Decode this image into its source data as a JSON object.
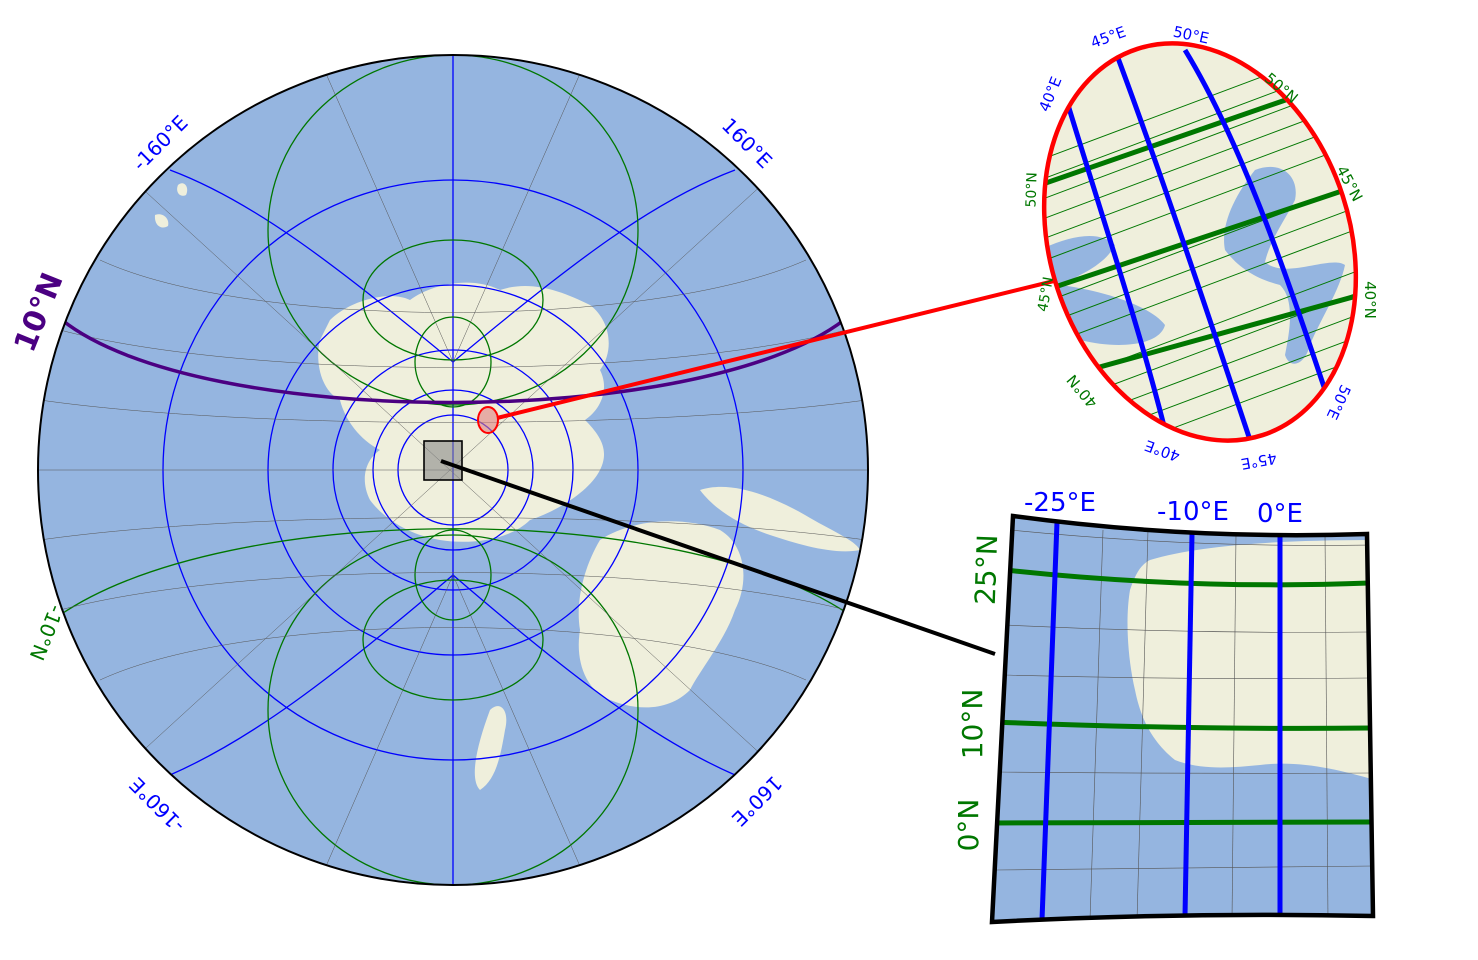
{
  "colors": {
    "ocean": "#95b5e0",
    "land": "#efefdc",
    "meridian": "#0000ff",
    "parallel": "#007700",
    "grid_minor": "#555555",
    "highlight_parallel": "#4b0082",
    "inset_top_border": "#ff0000",
    "inset_bottom_border": "#000000",
    "meridian_label": "#0000ff",
    "parallel_label": "#007700"
  },
  "main_map": {
    "labels": {
      "m_neg160_top": "-160°E",
      "m_160_top": "160°E",
      "m_neg160_bottom": "-160°E",
      "m_160_bottom": "160°E",
      "p_10n": "10°N",
      "p_neg10n": "-10°N"
    }
  },
  "inset_top": {
    "labels": {
      "m45_top": "45°E",
      "m50_top": "50°E",
      "m40_top": "40°E",
      "p50_left": "50°N",
      "p45_left": "45°N",
      "p40_bottom": "40°N",
      "m40_bottom": "40°E",
      "m45_bottom": "45°E",
      "m50_right": "50°E",
      "p40_right": "40°N",
      "p45_right": "45°N",
      "p50_right": "50°N"
    }
  },
  "inset_bottom": {
    "labels": {
      "m_neg25": "-25°E",
      "m_neg10": "-10°E",
      "m_0": "0°E",
      "p_25": "25°N",
      "p_10": "10°N",
      "p_0": "0°N"
    }
  }
}
